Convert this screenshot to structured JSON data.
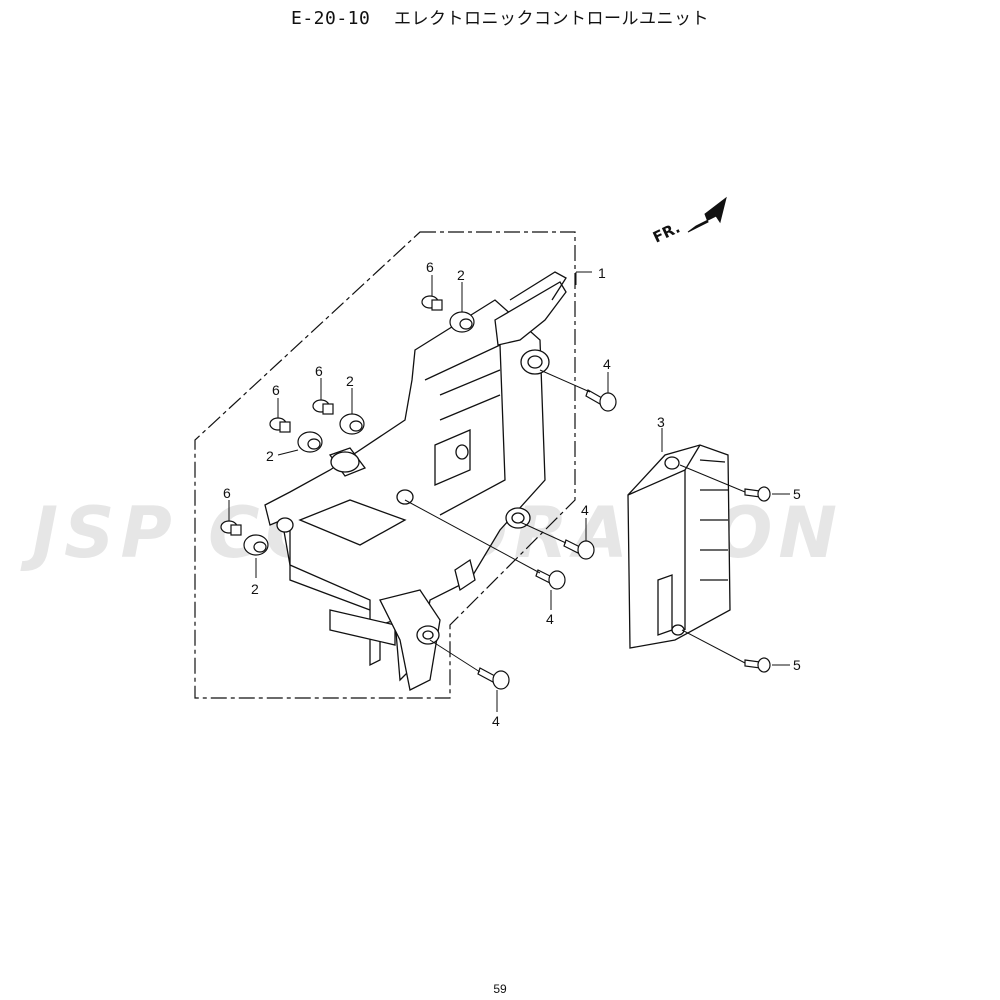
{
  "header": {
    "code": "E-20-10",
    "title": "エレクトロニックコントロールユニット"
  },
  "watermark": "JSP CORPORATION",
  "direction_label": "FR.",
  "callouts": [
    {
      "id": "c1",
      "label": "1"
    },
    {
      "id": "c2a",
      "label": "2"
    },
    {
      "id": "c2b",
      "label": "2"
    },
    {
      "id": "c2c",
      "label": "2"
    },
    {
      "id": "c2d",
      "label": "2"
    },
    {
      "id": "c3",
      "label": "3"
    },
    {
      "id": "c4a",
      "label": "4"
    },
    {
      "id": "c4b",
      "label": "4"
    },
    {
      "id": "c4c",
      "label": "4"
    },
    {
      "id": "c4d",
      "label": "4"
    },
    {
      "id": "c5a",
      "label": "5"
    },
    {
      "id": "c5b",
      "label": "5"
    },
    {
      "id": "c6a",
      "label": "6"
    },
    {
      "id": "c6b",
      "label": "6"
    },
    {
      "id": "c6c",
      "label": "6"
    },
    {
      "id": "c6d",
      "label": "6"
    }
  ],
  "footer": {
    "page_number": "59"
  }
}
